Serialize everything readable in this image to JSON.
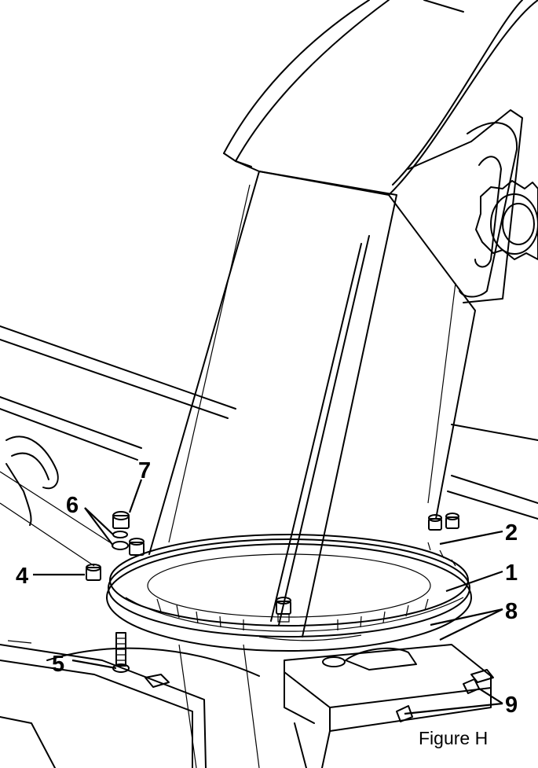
{
  "figure": {
    "caption": "Figure H",
    "callouts": [
      {
        "id": "c1",
        "label": "1"
      },
      {
        "id": "c2",
        "label": "2"
      },
      {
        "id": "c4",
        "label": "4"
      },
      {
        "id": "c5",
        "label": "5"
      },
      {
        "id": "c6",
        "label": "6"
      },
      {
        "id": "c7",
        "label": "7"
      },
      {
        "id": "c8",
        "label": "8"
      },
      {
        "id": "c9",
        "label": "9"
      }
    ]
  }
}
